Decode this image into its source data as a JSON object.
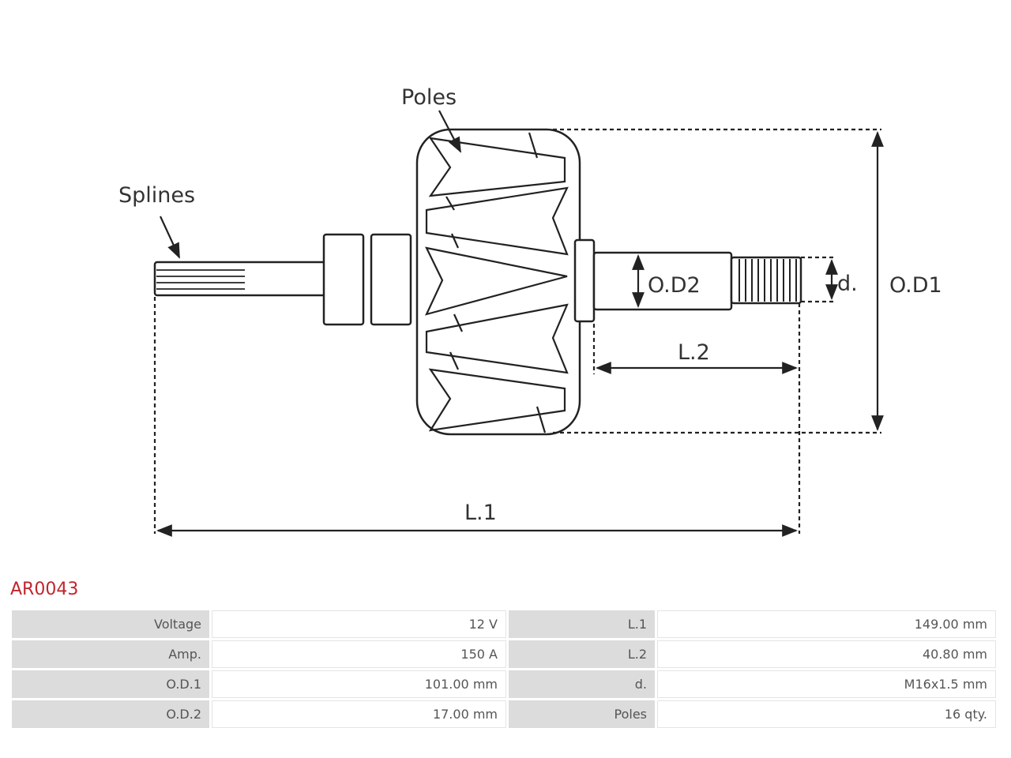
{
  "diagram": {
    "labels": {
      "poles": "Poles",
      "splines": "Splines",
      "od2": "O.D2",
      "d": "d.",
      "od1": "O.D1",
      "l2": "L.2",
      "l1": "L.1"
    }
  },
  "part_code": "AR0043",
  "specs": [
    {
      "k1": "Voltage",
      "v1": "12 V",
      "k2": "L.1",
      "v2": "149.00 mm"
    },
    {
      "k1": "Amp.",
      "v1": "150 A",
      "k2": "L.2",
      "v2": "40.80 mm"
    },
    {
      "k1": "O.D.1",
      "v1": "101.00 mm",
      "k2": "d.",
      "v2": "M16x1.5 mm"
    },
    {
      "k1": "O.D.2",
      "v1": "17.00 mm",
      "k2": "Poles",
      "v2": "16 qty."
    }
  ]
}
